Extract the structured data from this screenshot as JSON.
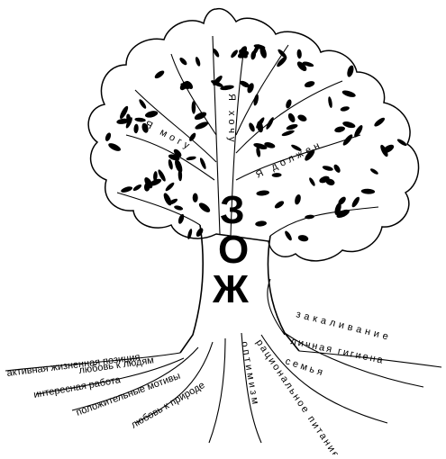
{
  "trunk_letters": [
    "З",
    "О",
    "Ж"
  ],
  "crown": {
    "i_can": "Я могу",
    "i_want": "Я хочу",
    "i_must": "Я должен"
  },
  "roots": [
    "активная жизненная позиция",
    "любовь к людям",
    "интересная работа",
    "положительные мотивы",
    "любовь к природе",
    "оптимизм",
    "рациональное питание",
    "семья",
    "личная гигиена",
    "закаливание"
  ],
  "colors": {
    "ink": "#000000",
    "paper": "#ffffff"
  }
}
